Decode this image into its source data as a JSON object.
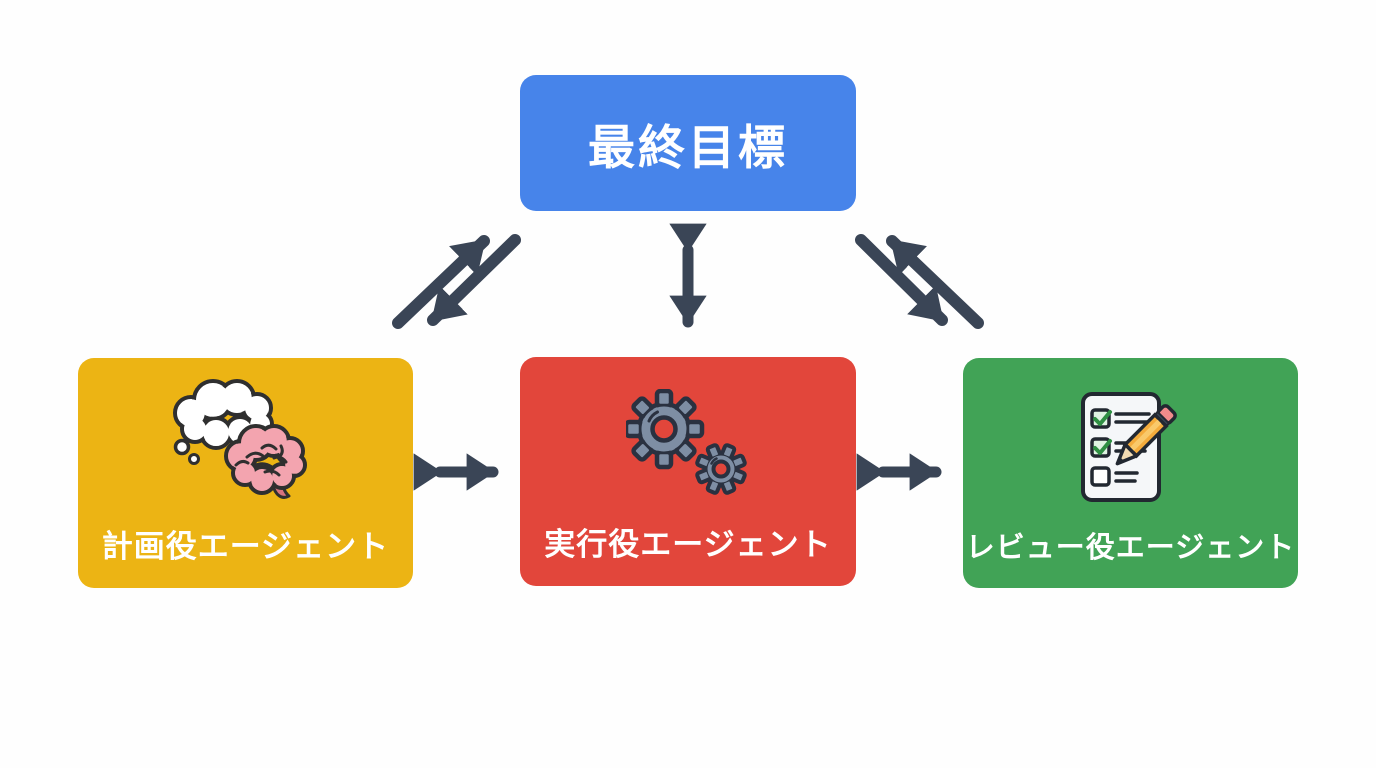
{
  "diagram": {
    "title": "multi-agent-collaboration-diagram",
    "background_color": "#FEFEFE",
    "arrow_color": "#3A4556",
    "goal": {
      "id": "goal",
      "label": "最終目標",
      "color": "#4784EA",
      "text_color": "#FFFFFF"
    },
    "agents": [
      {
        "id": "planner",
        "label": "計画役エージェント",
        "color": "#ECB414",
        "text_color": "#FFFFFF",
        "icon": "brain-thought-icon"
      },
      {
        "id": "executor",
        "label": "実行役エージェント",
        "color": "#E2463B",
        "text_color": "#FFFFFF",
        "icon": "gears-icon"
      },
      {
        "id": "reviewer",
        "label": "レビュー役エージェント",
        "color": "#41A356",
        "text_color": "#FFFFFF",
        "icon": "checklist-pencil-icon"
      }
    ],
    "connections": [
      {
        "from": "goal",
        "to": "planner",
        "style": "double-line-bidirectional"
      },
      {
        "from": "goal",
        "to": "executor",
        "style": "single-line-bidirectional"
      },
      {
        "from": "goal",
        "to": "reviewer",
        "style": "double-line-bidirectional"
      },
      {
        "from": "planner",
        "to": "executor",
        "style": "single-line-bidirectional"
      },
      {
        "from": "executor",
        "to": "reviewer",
        "style": "single-line-bidirectional"
      }
    ]
  }
}
